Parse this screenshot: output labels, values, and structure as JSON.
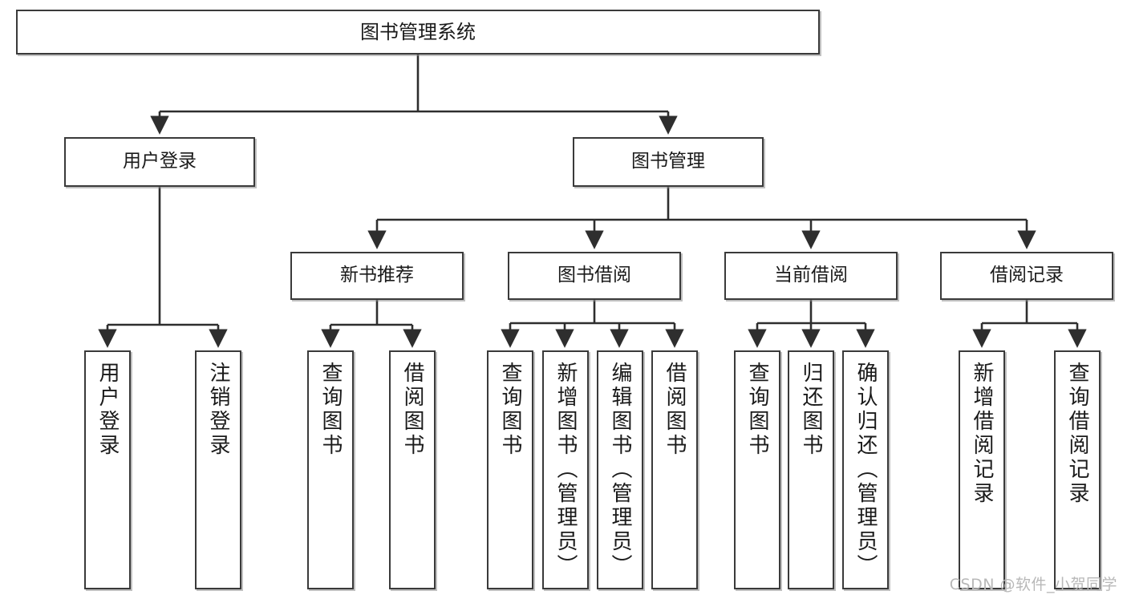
{
  "diagram": {
    "type": "hierarchy-tree",
    "title": "图书管理系统",
    "watermark": "CSDN @软件_小贺同学",
    "colors": {
      "box_border": "#3a3a3a",
      "box_fill": "#ffffff",
      "connector": "#2e2e2e",
      "text": "#1a1a1a",
      "watermark": "#b8b8b8"
    },
    "nodes": {
      "root": {
        "label": "图书管理系统"
      },
      "level2": [
        {
          "label": "用户登录"
        },
        {
          "label": "图书管理"
        }
      ],
      "level3": [
        {
          "label": "新书推荐"
        },
        {
          "label": "图书借阅"
        },
        {
          "label": "当前借阅"
        },
        {
          "label": "借阅记录"
        }
      ],
      "leaves": {
        "user_login": [
          {
            "label": "用户登录"
          },
          {
            "label": "注销登录"
          }
        ],
        "new_book_recommend": [
          {
            "label": "查询图书"
          },
          {
            "label": "借阅图书"
          }
        ],
        "book_borrow": [
          {
            "label": "查询图书"
          },
          {
            "label": "新增图书（管理员）"
          },
          {
            "label": "编辑图书（管理员）"
          },
          {
            "label": "借阅图书"
          }
        ],
        "current_borrow": [
          {
            "label": "查询图书"
          },
          {
            "label": "归还图书"
          },
          {
            "label": "确认归还（管理员）"
          }
        ],
        "borrow_record": [
          {
            "label": "新增借阅记录"
          },
          {
            "label": "查询借阅记录"
          }
        ]
      }
    }
  }
}
